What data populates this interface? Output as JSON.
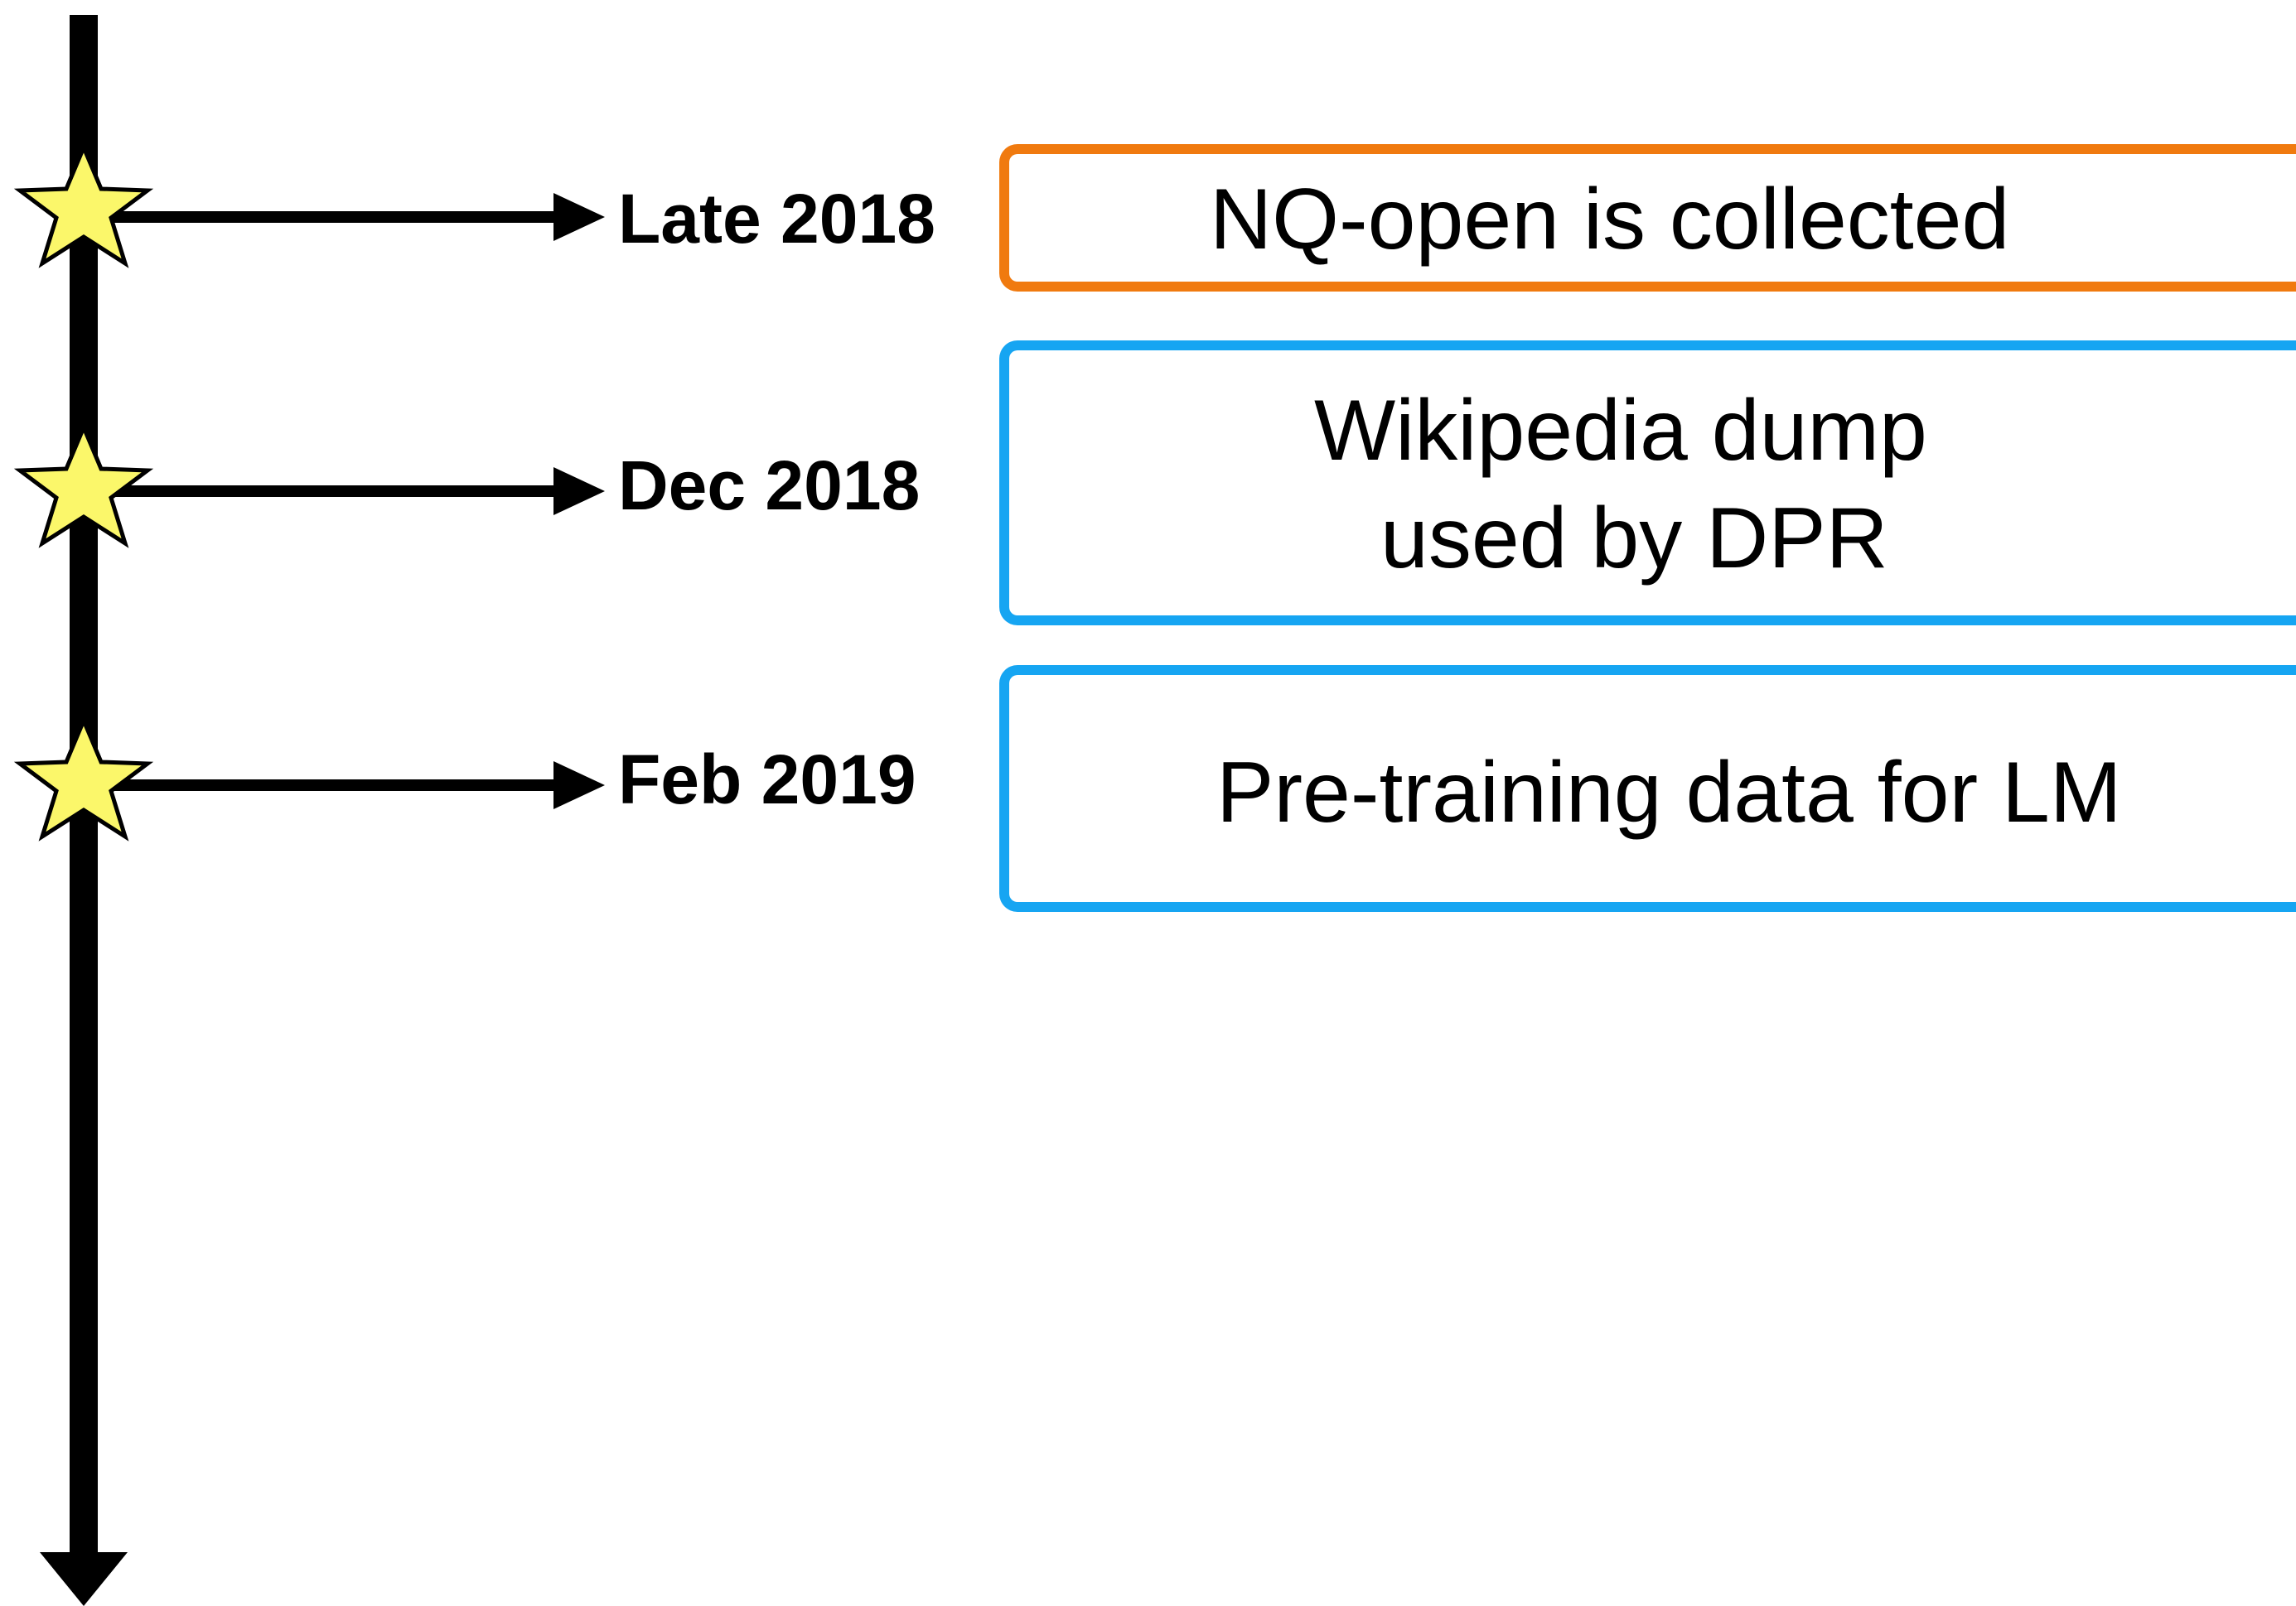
{
  "colors": {
    "axis": "#000000",
    "star_fill": "#fbf76a",
    "star_stroke": "#000000",
    "nq_box_border": "#f07a0f",
    "wiki_box_border": "#16a5f2",
    "lm_box_border": "#16a5f2",
    "brain": "#f2a4b8"
  },
  "events": [
    {
      "date": "Late 2018",
      "text": "NQ-open is collected",
      "icon": ""
    },
    {
      "date": "Dec 2018",
      "text_line1": "Wikipedia dump",
      "text_line2": "used by DPR",
      "icon": "wikipedia-globe-icon"
    },
    {
      "date": "Feb 2019",
      "text": "Pre-training data for LM",
      "icon": "brain-icon"
    }
  ]
}
